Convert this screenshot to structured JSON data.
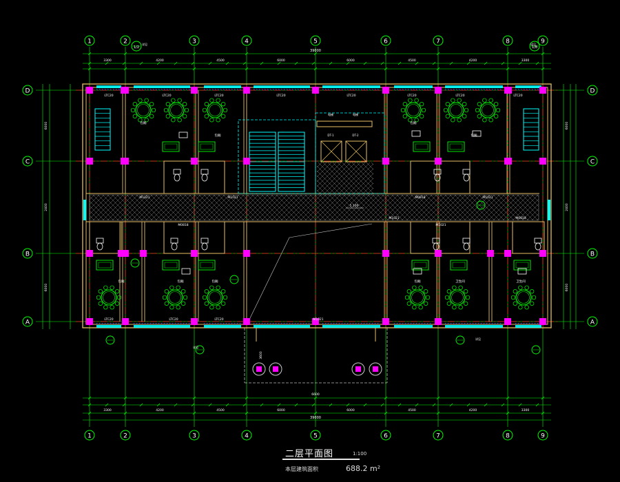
{
  "drawing": {
    "title": "二层平面图",
    "scale": "1:100",
    "area_label": "本层建筑面积",
    "area_value": "688.2  m²"
  },
  "axes": {
    "columns": [
      "1",
      "2",
      "3",
      "4",
      "5",
      "6",
      "7",
      "8",
      "9"
    ],
    "rows": [
      "D",
      "C",
      "B",
      "A"
    ],
    "secondary_markers": [
      "1/2",
      "1/8"
    ]
  },
  "dimensions": {
    "overall": "39000",
    "top_bays": [
      "3300",
      "4200",
      "4500",
      "6000",
      "6000",
      "4500",
      "4200",
      "3300"
    ],
    "row_bays": [
      "6000",
      "2400",
      "6000"
    ],
    "portico_depth": "3600",
    "portico_width": "6600"
  },
  "labels": {
    "window_tags": [
      "LTC20",
      "LTC20",
      "LTC20",
      "LTC20",
      "LTC20",
      "LTC20",
      "LTC20",
      "LTC20",
      "LTC20",
      "LTC20",
      "LTC20",
      "M1021"
    ],
    "door_tags": [
      "M1021",
      "M1021",
      "M0818",
      "M0818",
      "M1021",
      "M1021",
      "M1021",
      "M0818"
    ],
    "rooms": [
      "包厢",
      "包厢",
      "包厢",
      "包厢",
      "包厢",
      "包厢",
      "包厢",
      "包厢",
      "卫生间",
      "卫生间"
    ],
    "corridor_level": "5.100",
    "elevator_tags": [
      "电梯",
      "电梯",
      "DT-1",
      "DT-2"
    ],
    "detail_notes": [
      "详见",
      "详见",
      "详见",
      "详见"
    ]
  },
  "colors": {
    "grid": "#00ff00",
    "axis_line": "#ff2020",
    "wall": "#e8c064",
    "column": "#ff00ff",
    "window": "#00ffff",
    "stair": "#00ffff",
    "furniture": "#00ff00",
    "hatch": "#9a9a9a",
    "text": "#ffffff"
  }
}
